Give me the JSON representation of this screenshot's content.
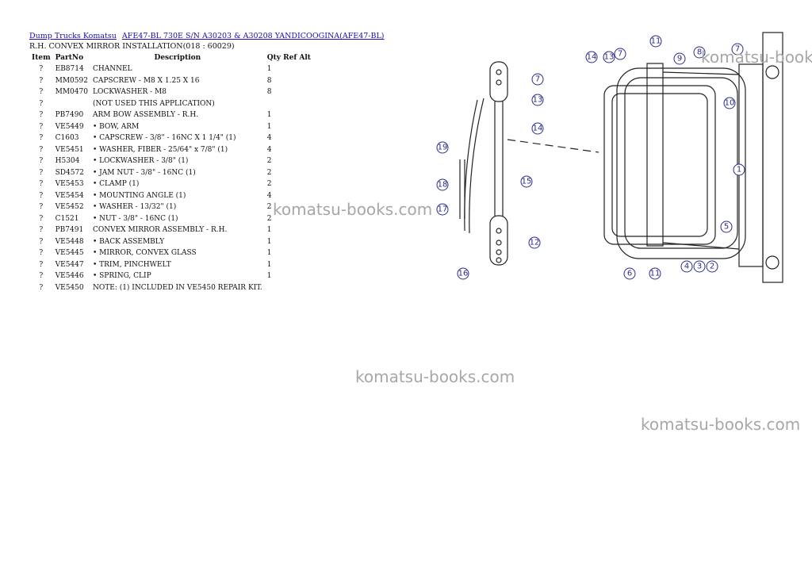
{
  "breadcrumbs": [
    "Dump Trucks Komatsu",
    "AFE47-BL 730E S/N A30203 & A30208 YANDICOOGINA(AFE47-BL)"
  ],
  "title": "R.H. CONVEX MIRROR INSTALLATION(018 : 60029)",
  "table": {
    "headers": {
      "item": "Item",
      "part": "PartNo",
      "desc": "Description",
      "qty": "Qty Ref Alt"
    },
    "rows": [
      {
        "item": "?",
        "part": "EB8714",
        "desc": "CHANNEL",
        "qty": "1"
      },
      {
        "item": "?",
        "part": "MM0592",
        "desc": "CAPSCREW - M8 X 1.25 X 16",
        "qty": "8"
      },
      {
        "item": "?",
        "part": "MM0470",
        "desc": "LOCKWASHER - M8",
        "qty": "8"
      },
      {
        "item": "?",
        "part": "",
        "desc": "(NOT USED THIS APPLICATION)",
        "qty": ""
      },
      {
        "item": "?",
        "part": "PB7490",
        "desc": "ARM BOW ASSEMBLY - R.H.",
        "qty": "1"
      },
      {
        "item": "?",
        "part": "VE5449",
        "desc": "• BOW, ARM",
        "qty": "1"
      },
      {
        "item": "?",
        "part": "C1603",
        "desc": "• CAPSCREW - 3/8\" - 16NC X 1 1/4\" (1)",
        "qty": "4"
      },
      {
        "item": "?",
        "part": "VE5451",
        "desc": "• WASHER, FIBER - 25/64\" x 7/8\" (1)",
        "qty": "4"
      },
      {
        "item": "?",
        "part": "H5304",
        "desc": "• LOCKWASHER - 3/8\" (1)",
        "qty": "2"
      },
      {
        "item": "?",
        "part": "SD4572",
        "desc": "• JAM NUT - 3/8\" - 16NC (1)",
        "qty": "2"
      },
      {
        "item": "?",
        "part": "VE5453",
        "desc": "• CLAMP (1)",
        "qty": "2"
      },
      {
        "item": "?",
        "part": "VE5454",
        "desc": "• MOUNTING ANGLE (1)",
        "qty": "4"
      },
      {
        "item": "?",
        "part": "VE5452",
        "desc": "• WASHER - 13/32\" (1)",
        "qty": "2"
      },
      {
        "item": "?",
        "part": "C1521",
        "desc": "• NUT - 3/8\" - 16NC (1)",
        "qty": "2"
      },
      {
        "item": "?",
        "part": "PB7491",
        "desc": "CONVEX MIRROR ASSEMBLY - R.H.",
        "qty": "1"
      },
      {
        "item": "?",
        "part": "VE5448",
        "desc": "• BACK ASSEMBLY",
        "qty": "1"
      },
      {
        "item": "?",
        "part": "VE5445",
        "desc": "• MIRROR, CONVEX GLASS",
        "qty": "1"
      },
      {
        "item": "?",
        "part": "VE5447",
        "desc": "• TRIM, PINCHWELT",
        "qty": "1"
      },
      {
        "item": "?",
        "part": "VE5446",
        "desc": "• SPRING, CLIP",
        "qty": "1"
      },
      {
        "item": "?",
        "part": "VE5450",
        "desc": "NOTE: (1) INCLUDED IN VE5450 REPAIR KIT.",
        "qty": ""
      }
    ]
  },
  "watermark": "komatsu-books.com",
  "callouts": [
    "7",
    "13",
    "14",
    "19",
    "18",
    "17",
    "15",
    "12",
    "16",
    "11",
    "14",
    "13",
    "7",
    "9",
    "8",
    "7",
    "10",
    "1",
    "5",
    "6",
    "11",
    "4",
    "3",
    "2"
  ],
  "colors": {
    "link": "#1a0dab",
    "watermark": "#a7a7a7",
    "callout": "#2b2b8f"
  }
}
